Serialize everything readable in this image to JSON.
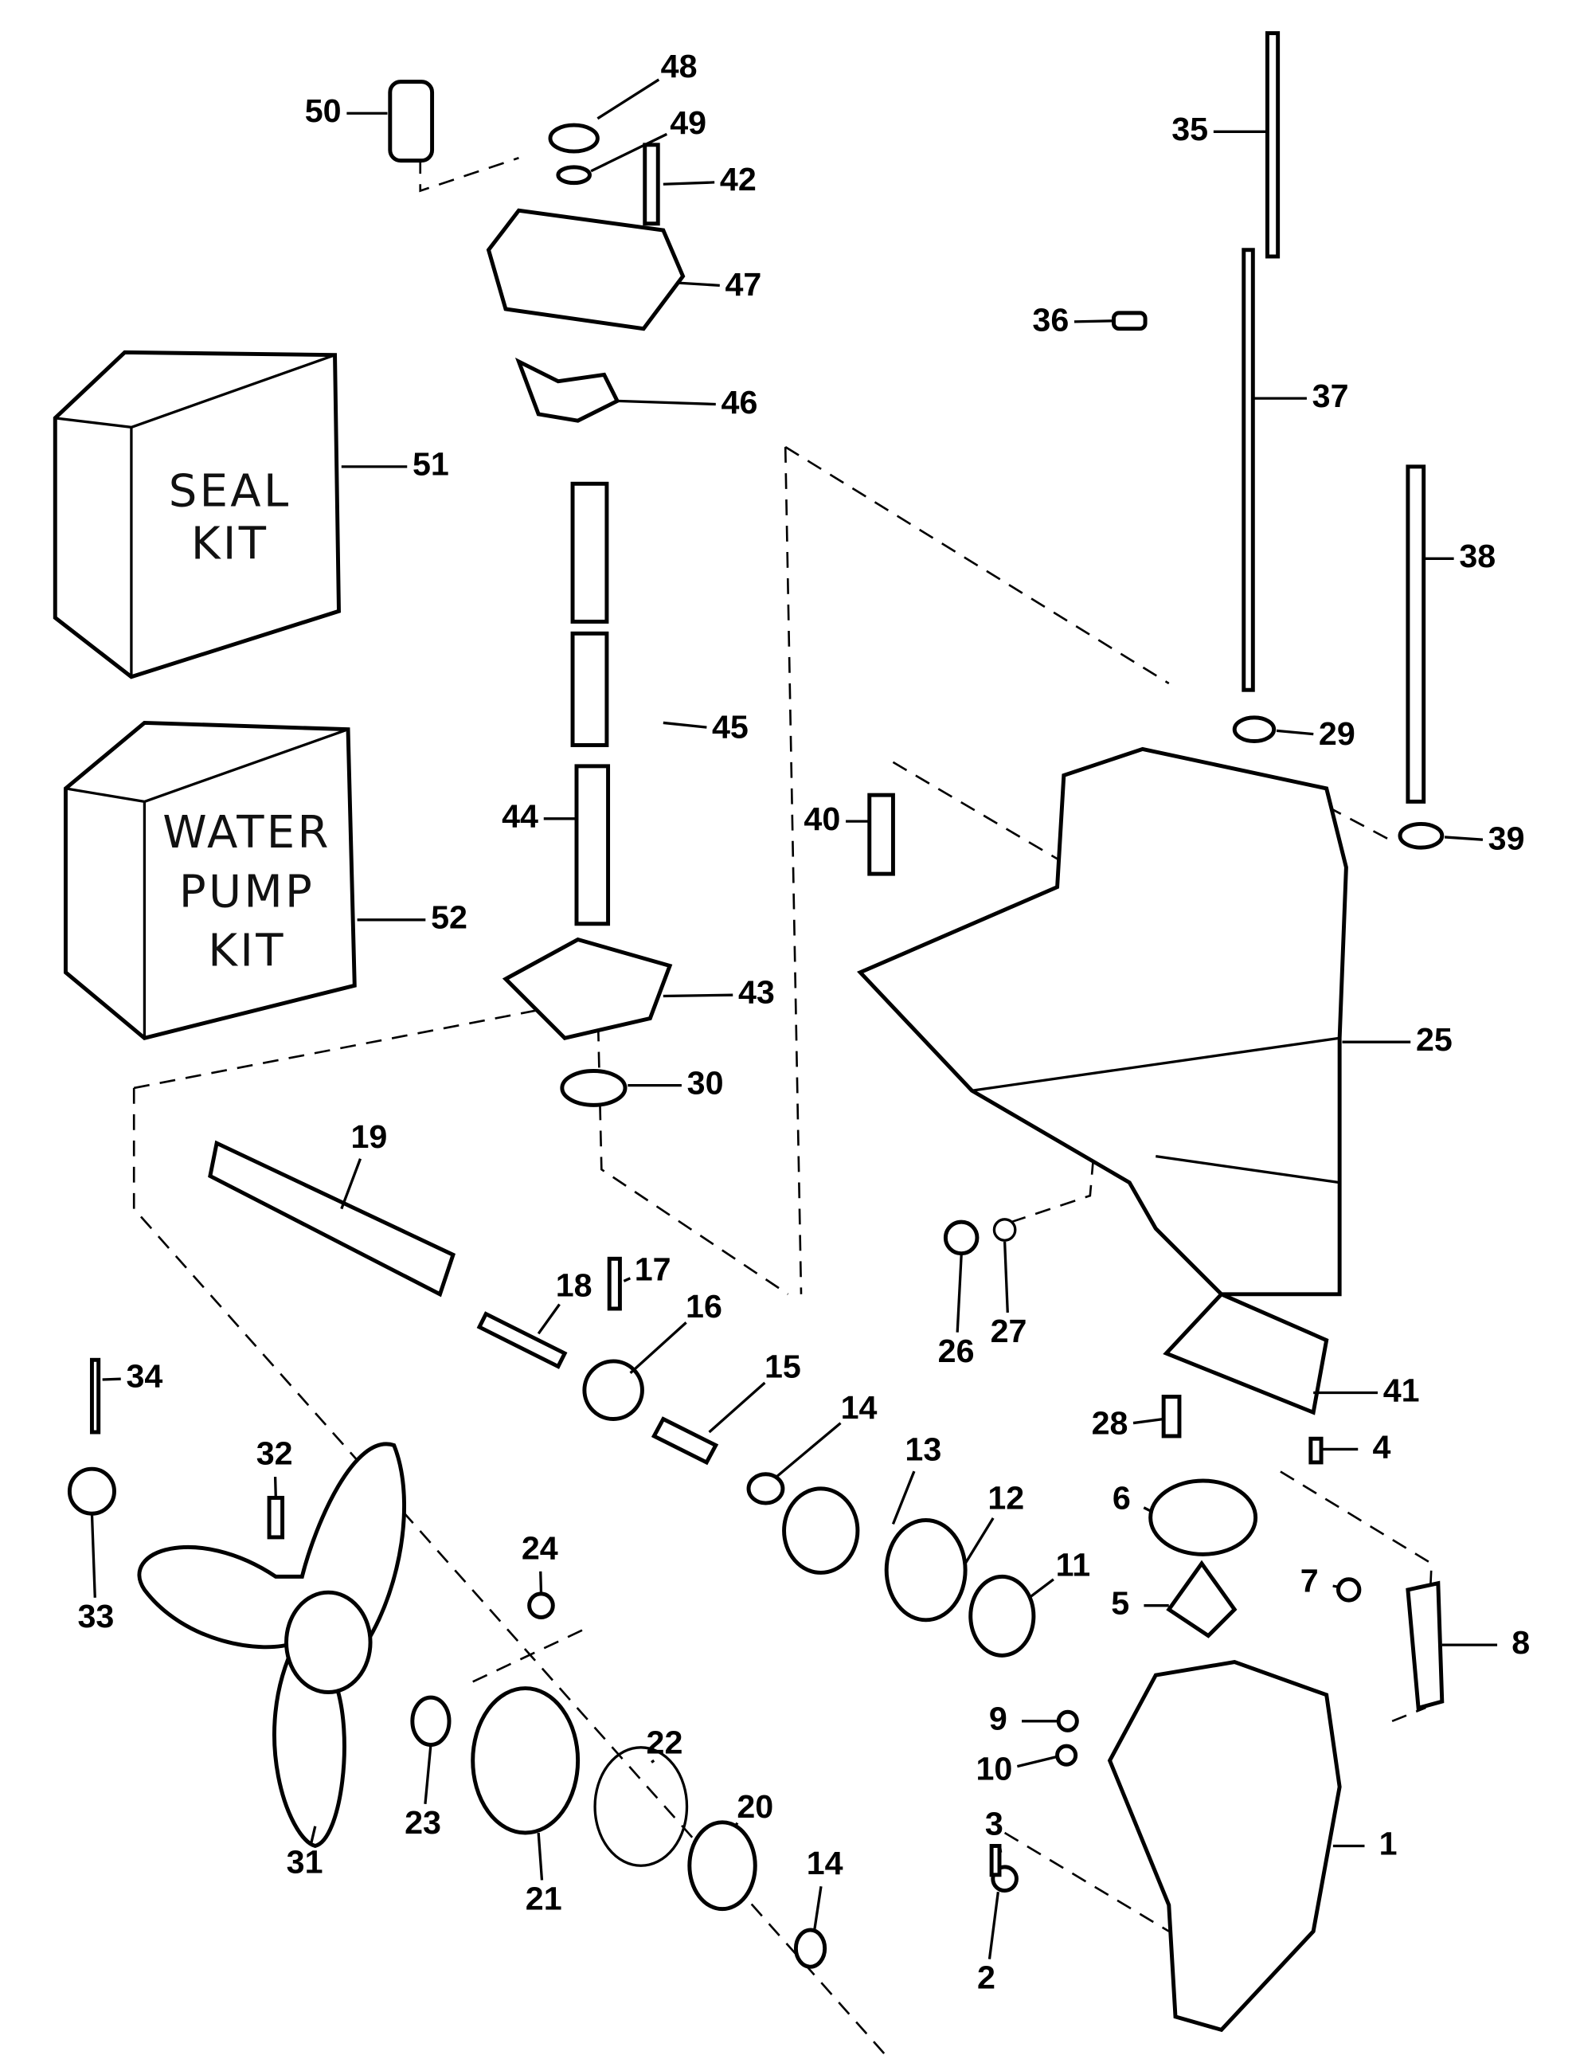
{
  "diagram": {
    "type": "exploded-parts-diagram",
    "kits": [
      {
        "number": "51",
        "line1": "SEAL",
        "line2": "KIT",
        "line3": ""
      },
      {
        "number": "52",
        "line1": "WATER",
        "line2": "PUMP",
        "line3": "KIT"
      }
    ],
    "callouts": [
      "48",
      "49",
      "42",
      "50",
      "47",
      "35",
      "36",
      "37",
      "46",
      "51",
      "38",
      "45",
      "29",
      "44",
      "40",
      "39",
      "52",
      "43",
      "25",
      "30",
      "19",
      "17",
      "18",
      "16",
      "26",
      "27",
      "41",
      "15",
      "34",
      "14",
      "28",
      "4",
      "13",
      "6",
      "12",
      "32",
      "11",
      "24",
      "7",
      "5",
      "33",
      "8",
      "9",
      "10",
      "22",
      "20",
      "3",
      "1",
      "23",
      "31",
      "21",
      "14",
      "2"
    ]
  }
}
